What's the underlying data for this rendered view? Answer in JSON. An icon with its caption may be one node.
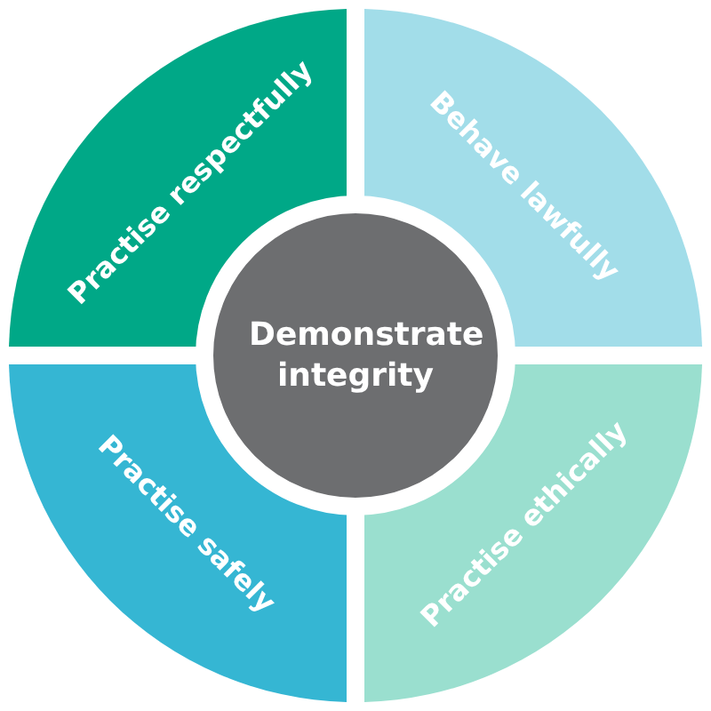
{
  "diagram": {
    "nodes": [
      {
        "text": [
          "Practise respectfully"
        ]
      },
      {
        "text": [
          "Behave lawfully"
        ]
      },
      {
        "text": [
          "Demonstrate integrity"
        ]
      },
      {
        "text": [
          "Practise safely"
        ]
      },
      {
        "text": [
          "Practise ethically"
        ]
      }
    ]
  }
}
